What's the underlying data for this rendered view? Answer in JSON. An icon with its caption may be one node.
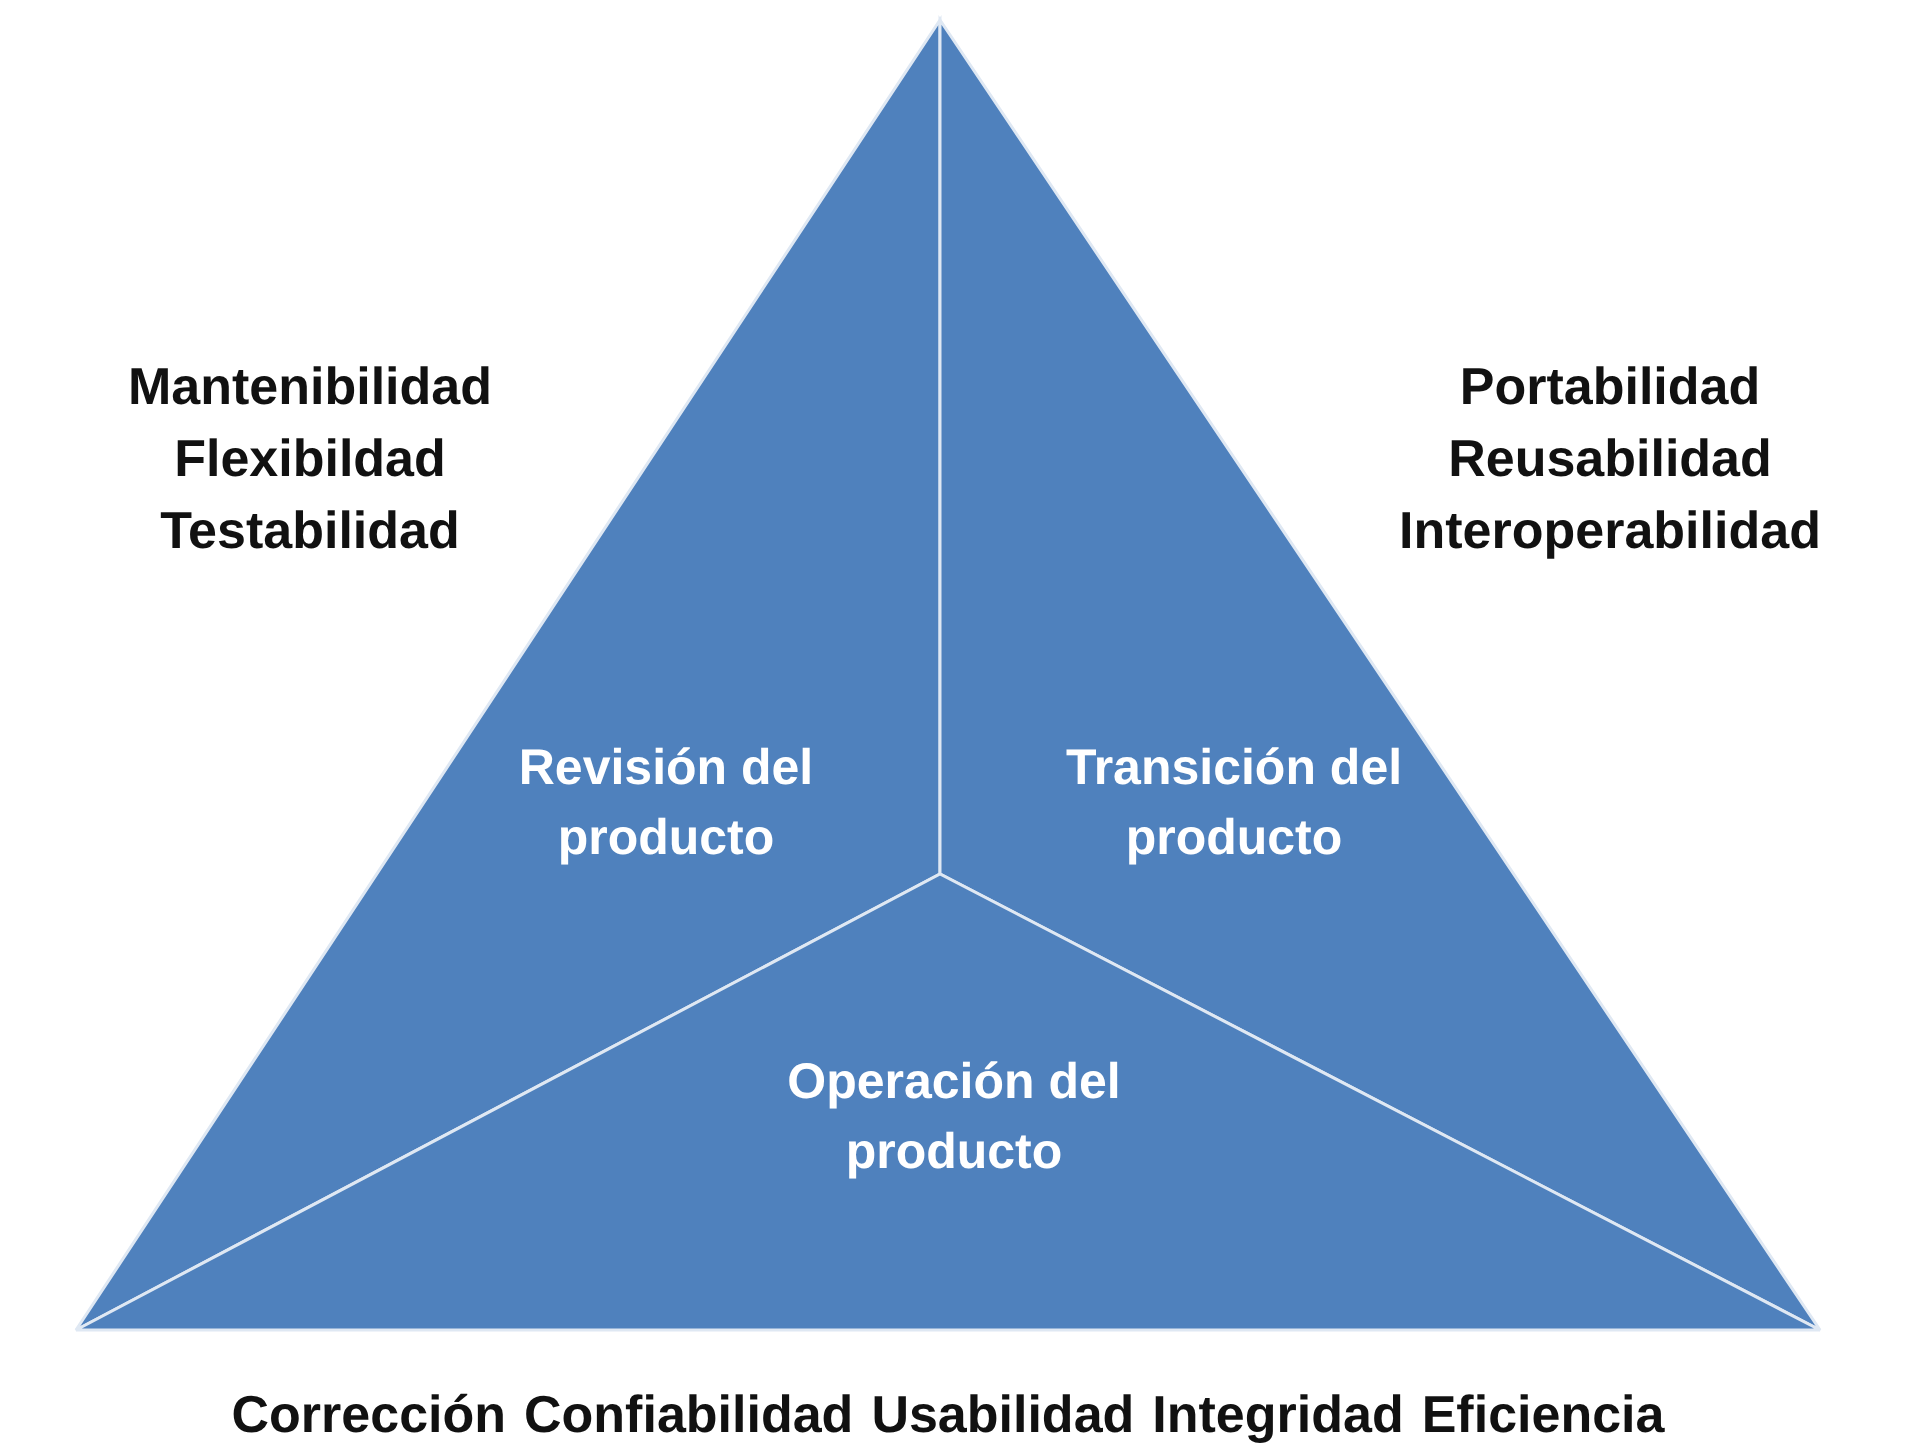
{
  "diagram": {
    "nodes": [
      {
        "text": [
          "Revisión del producto"
        ],
        "beside": [
          "Mantenibilidad",
          "Flexibildad",
          "Testabilidad"
        ]
      },
      {
        "text": [
          "Transición del producto"
        ],
        "beside": [
          "Portabilidad",
          "Reusabilidad",
          "Interoperabilidad"
        ]
      },
      {
        "text": [
          "Operación del producto"
        ],
        "beside": [
          "Corrección",
          "Confiabilidad",
          "Usabilidad",
          "Integridad",
          "Eficiencia"
        ]
      }
    ]
  }
}
